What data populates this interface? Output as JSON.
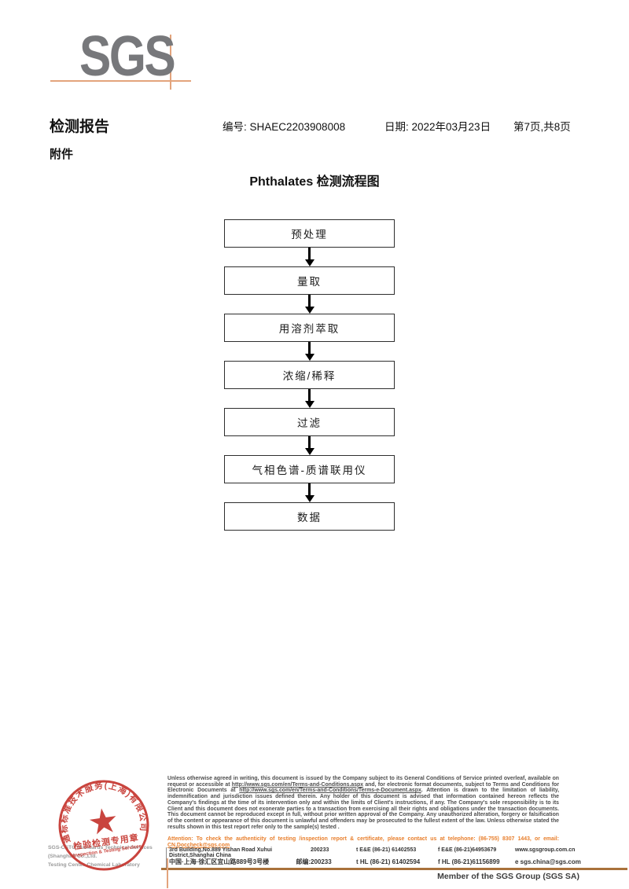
{
  "colors": {
    "logo_gray": "#77787B",
    "accent_orange": "#E3A47C",
    "stamp_red": "#C5352E",
    "attention_orange": "#E87E2B",
    "line_brown": "#A9713B"
  },
  "header": {
    "logo_text": "SGS",
    "report_title": "检测报告",
    "report_no": "编号: SHAEC2203908008",
    "date": "日期: 2022年03月23日",
    "page_info": "第7页,共8页",
    "attachment_label": "附件"
  },
  "flowchart": {
    "title": "Phthalates 检测流程图",
    "steps": [
      "预处理",
      "量取",
      "用溶剂萃取",
      "浓缩/稀释",
      "过滤",
      "气相色谱-质谱联用仪",
      "数据"
    ]
  },
  "footer": {
    "legal": {
      "p1": "Unless otherwise agreed in writing, this document is issued by the Company subject to its General Conditions of Service printed overleaf, available on request or accessible at ",
      "url1": "http://www.sgs.com/en/Terms-and-Conditions.aspx",
      "p2": " and, for electronic format documents, subject to Terms and Conditions for Electronic Documents at ",
      "url2": "http://www.sgs.com/en/Terms-and-Conditions/Terms-e-Document.aspx",
      "p3": ". Attention is drawn to the limitation of liability, indemnification and jurisdiction issues defined therein. Any holder of this document is advised that information contained hereon reflects the Company's findings at the time of its intervention only and within the limits of Client's instructions, if any. The Company's sole responsibility is to its Client and this document does not exonerate parties to a transaction from exercising all their rights and obligations under the transaction documents. This document cannot be reproduced except in full, without prior written approval of the Company. Any unauthorized alteration, forgery or falsification of the content or appearance of this document is unlawful and offenders may be prosecuted to the fullest extent of the law. Unless otherwise stated the results shown in this test report refer only to the sample(s) tested ."
    },
    "attention": {
      "text": "Attention: To check the authenticity of testing /inspection report & certificate, please contact us at telephone: (86-755) 8307 1443, or email: ",
      "email": "CN.Doccheck@sgs.com"
    },
    "address_en": {
      "address": "3rd Building,No.889 Yishan Road Xuhui District,Shanghai China",
      "postcode": "200233",
      "tel": "t E&E (86-21) 61402553",
      "fax": "f E&E (86-21)64953679",
      "web": "www.sgsgroup.com.cn"
    },
    "address_cn": {
      "address": "中国·上海·徐汇区宜山路889号3号楼",
      "postcode_label": "邮编:",
      "postcode": "200233",
      "tel": "t HL (86-21) 61402594",
      "fax": "f HL (86-21)61156899",
      "email": "e sgs.china@sgs.com"
    },
    "member_text": "Member of the SGS Group (SGS SA)",
    "stamp": {
      "company_cn": "通标标准技术服务(上海)有限公司",
      "star": "★",
      "seal_line1": "检验检测专用章",
      "seal_line2": "Inspection & Testing Services",
      "gray_line1": "SGS-CSTC Standards Technical Services (Shanghai) Co.,Ltd.",
      "gray_line2": "Testing Center-Chemical Laboratory"
    }
  }
}
